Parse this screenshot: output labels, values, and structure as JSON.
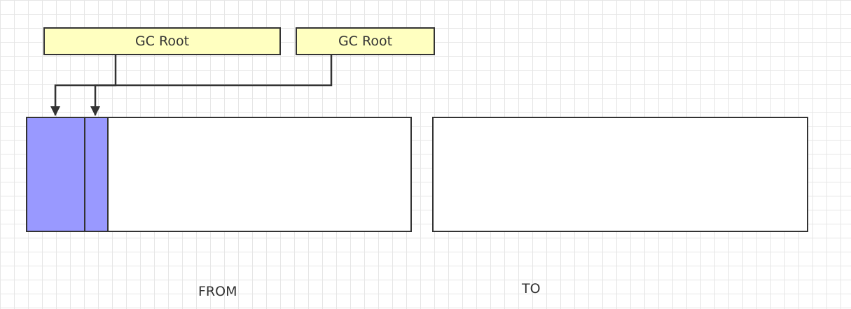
{
  "gc_roots": [
    {
      "label": "GC Root"
    },
    {
      "label": "GC Root"
    }
  ],
  "spaces": {
    "from_label": "FROM",
    "to_label": "TO"
  },
  "colors": {
    "gc_root_fill": "#ffffc0",
    "live_object_fill": "#9999ff",
    "stroke": "#333333",
    "grid": "#e6e6e6"
  }
}
